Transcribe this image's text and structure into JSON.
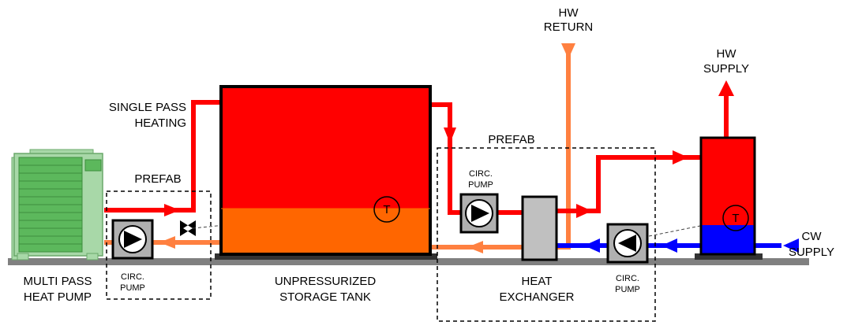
{
  "labels": {
    "hw_return_line1": "HW",
    "hw_return_line2": "RETURN",
    "hw_supply_line1": "HW",
    "hw_supply_line2": "SUPPLY",
    "single_pass_line1": "SINGLE PASS",
    "single_pass_line2": "HEATING",
    "prefab_left": "PREFAB",
    "prefab_right": "PREFAB",
    "circ_pump_line1": "CIRC.",
    "circ_pump_line2": "PUMP",
    "multi_pass_line1": "MULTI PASS",
    "multi_pass_line2": "HEAT PUMP",
    "storage_line1": "UNPRESSURIZED",
    "storage_line2": "STORAGE TANK",
    "hx_line1": "HEAT",
    "hx_line2": "EXCHANGER",
    "cw_line1": "CW",
    "cw_line2": "SUPPLY",
    "temp_sensor": "T"
  },
  "colors": {
    "hot": "#ff0000",
    "warm": "#ff8040",
    "warm_fill": "#ff6600",
    "cold": "#0000ff",
    "heat_pump": "#a8d8a8",
    "heat_pump_grille": "#5cb85c",
    "pump_body": "#b0b0b0",
    "hx_body": "#c0c0c0",
    "ground": "#808080"
  }
}
